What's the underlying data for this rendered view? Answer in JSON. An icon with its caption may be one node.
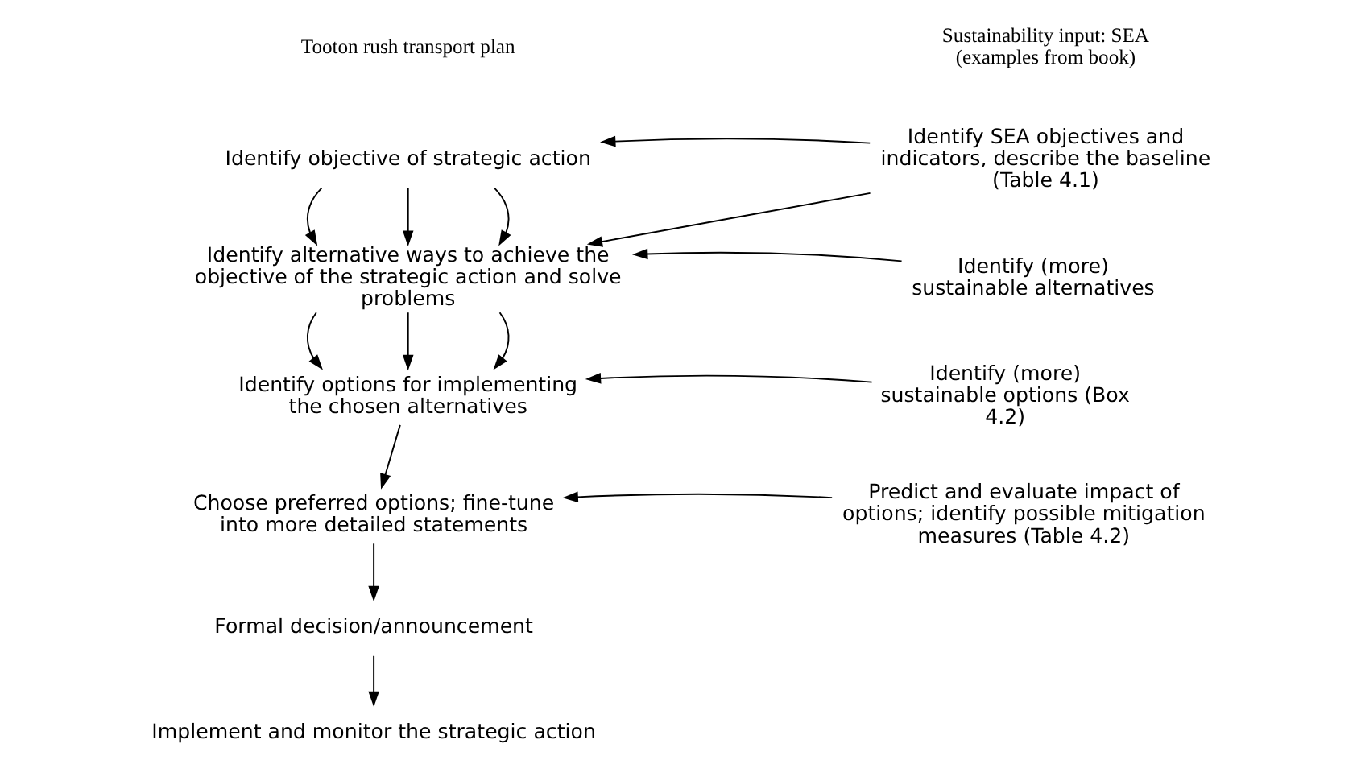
{
  "diagram": {
    "nodes": [
      {
        "text": [
          "Identify objective of strategic action"
        ]
      },
      {
        "text": [
          "Identify alternative ways to achieve the objective of the strategic action and solve problems"
        ]
      },
      {
        "text": [
          "Identify options for implementing the chosen alternatives"
        ]
      },
      {
        "text": [
          "Choose preferred options; fine-tune into more detailed statements"
        ]
      },
      {
        "text": [
          "Formal decision/announcement"
        ]
      },
      {
        "text": [
          "Implement and monitor the strategic action"
        ]
      },
      {
        "text": [
          "Identify SEA objectives and indicators, describe the baseline (Table 4.1)"
        ]
      },
      {
        "text": [
          "Identify (more) sustainable alternatives"
        ]
      },
      {
        "text": [
          "Identify (more) sustainable options (Box 4.2)"
        ]
      },
      {
        "text": [
          "Predict and evaluate impact of options; identify possible mitigation measures (Table 4.2)"
        ]
      }
    ],
    "edges": [
      {
        "from": 0,
        "to": 1,
        "arrow": "to"
      },
      {
        "from": 0,
        "to": 1,
        "arrow": "to"
      },
      {
        "from": 0,
        "to": 1,
        "arrow": "to"
      },
      {
        "from": 1,
        "to": 2,
        "arrow": "to"
      },
      {
        "from": 1,
        "to": 2,
        "arrow": "to"
      },
      {
        "from": 1,
        "to": 2,
        "arrow": "to"
      },
      {
        "from": 2,
        "to": 3,
        "arrow": "to"
      },
      {
        "from": 3,
        "to": 4,
        "arrow": "to"
      },
      {
        "from": 4,
        "to": 5,
        "arrow": "to"
      },
      {
        "from": 6,
        "to": 0,
        "arrow": "to"
      },
      {
        "from": 6,
        "to": 1,
        "arrow": "to"
      },
      {
        "from": 7,
        "to": 1,
        "arrow": "to"
      },
      {
        "from": 8,
        "to": 2,
        "arrow": "to"
      },
      {
        "from": 9,
        "to": 3,
        "arrow": "to"
      }
    ],
    "labels": [
      "Tooton rush transport plan",
      "Sustainability input: SEA (examples from book)"
    ]
  }
}
